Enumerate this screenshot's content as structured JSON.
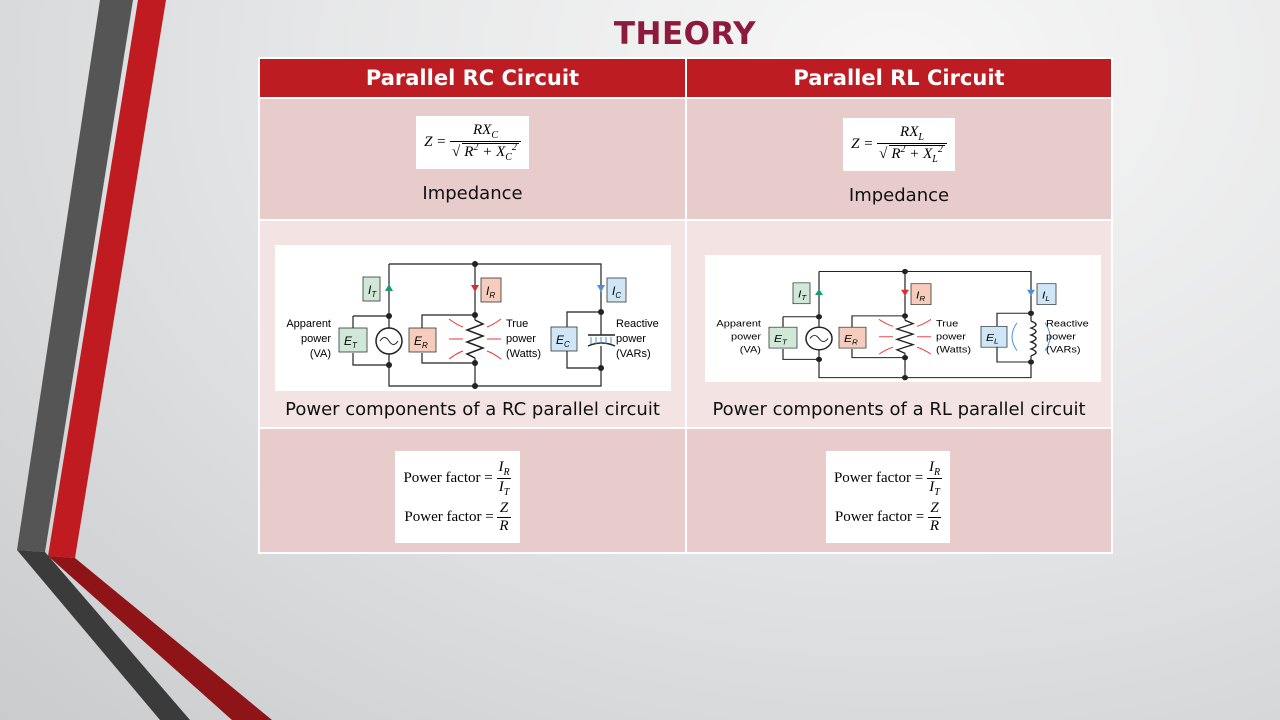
{
  "title": "THEORY",
  "colors": {
    "header": "#bd1c22",
    "title": "#8c1a3c",
    "row_dark": "#e8cbcb",
    "row_light": "#f3e3e3"
  },
  "columns": [
    "Parallel RC Circuit",
    "Parallel RL Circuit"
  ],
  "rc": {
    "impedance_formula": {
      "lhs": "Z =",
      "num": "RX",
      "num_sub": "C",
      "den_r": "R",
      "den_exp": "2",
      "den_plus": " + X",
      "den_sub": "C",
      "den_sup": "2"
    },
    "impedance_label": "Impedance",
    "circuit": {
      "it": "I",
      "it_sub": "T",
      "ir": "I",
      "ir_sub": "R",
      "ix": "I",
      "ix_sub": "C",
      "et": "E",
      "et_sub": "T",
      "er": "E",
      "er_sub": "R",
      "ex": "E",
      "ex_sub": "C",
      "apparent": [
        "Apparent",
        "power",
        "(VA)"
      ],
      "true": [
        "True",
        "power",
        "(Watts)"
      ],
      "reactive": [
        "Reactive",
        "power",
        "(VARs)"
      ]
    },
    "circuit_caption": "Power components  of a RC parallel  circuit",
    "pf": {
      "label": "Power factor =",
      "f1_num": "I",
      "f1_num_sub": "R",
      "f1_den": "I",
      "f1_den_sub": "T",
      "f2_num": "Z",
      "f2_den": "R"
    }
  },
  "rl": {
    "impedance_formula": {
      "lhs": "Z =",
      "num": "RX",
      "num_sub": "L",
      "den_r": "R",
      "den_exp": "2",
      "den_plus": " + X",
      "den_sub": "L",
      "den_sup": "2"
    },
    "impedance_label": "Impedance",
    "circuit": {
      "it": "I",
      "it_sub": "T",
      "ir": "I",
      "ir_sub": "R",
      "ix": "I",
      "ix_sub": "L",
      "et": "E",
      "et_sub": "T",
      "er": "E",
      "er_sub": "R",
      "ex": "E",
      "ex_sub": "L",
      "apparent": [
        "Apparent",
        "power",
        "(VA)"
      ],
      "true": [
        "True",
        "power",
        "(Watts)"
      ],
      "reactive": [
        "Reactive",
        "power",
        "(VARs)"
      ]
    },
    "circuit_caption": "Power components  of a RL parallel  circuit",
    "pf": {
      "label": "Power factor =",
      "f1_num": "I",
      "f1_num_sub": "R",
      "f1_den": "I",
      "f1_den_sub": "T",
      "f2_num": "Z",
      "f2_den": "R"
    }
  }
}
